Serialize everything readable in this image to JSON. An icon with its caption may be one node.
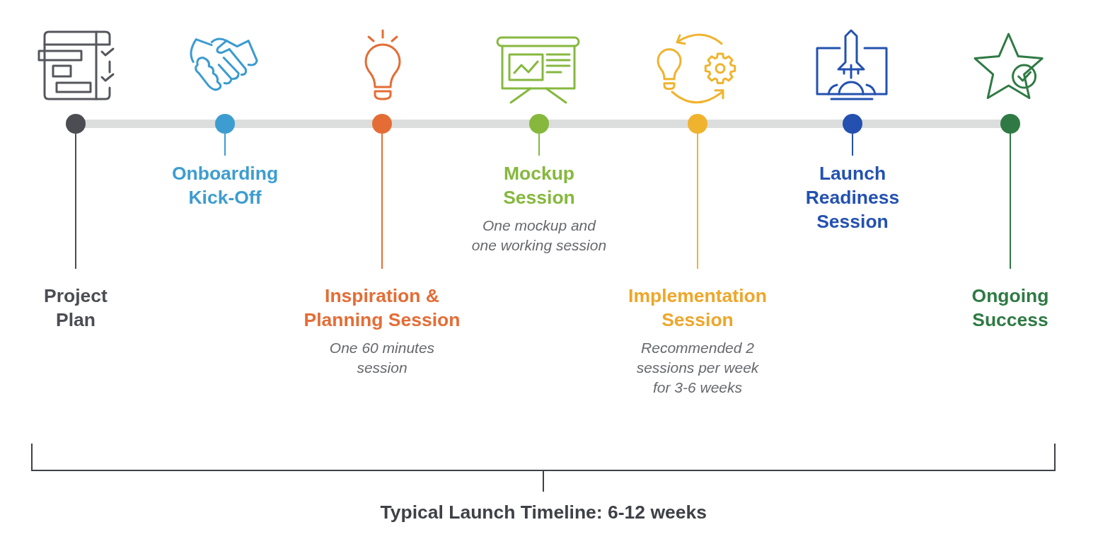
{
  "diagram": {
    "nodes": [
      {
        "text": [],
        "shape": "circle"
      },
      {
        "text": [],
        "shape": "circle"
      },
      {
        "text": [],
        "shape": "circle"
      },
      {
        "text": [],
        "shape": "circle"
      },
      {
        "text": [],
        "shape": "circle"
      },
      {
        "text": [],
        "shape": "circle"
      },
      {
        "text": [],
        "shape": "circle"
      },
      {
        "text": [
          "Project Plan"
        ]
      },
      {
        "text": [
          "Onboarding Kick-Off"
        ]
      },
      {
        "text": [
          "Inspiration & Planning Session"
        ],
        "beside": [
          "One 60 minutes session"
        ]
      },
      {
        "text": [
          "Mockup Session"
        ],
        "beside": [
          "One mockup and one working session"
        ]
      },
      {
        "text": [
          "Implementation Session"
        ],
        "beside": [
          "Recommended 2 sessions per week for 3-6 weeks"
        ]
      },
      {
        "text": [
          "Launch Readiness Session"
        ]
      },
      {
        "text": [
          "Ongoing Success"
        ]
      }
    ],
    "edges": [
      {
        "from": 0,
        "to": 1,
        "arrow": "none",
        "style": "thick",
        "color": "#dcdddd"
      },
      {
        "from": 1,
        "to": 2,
        "arrow": "none",
        "style": "thick",
        "color": "#dcdddd"
      },
      {
        "from": 2,
        "to": 3,
        "arrow": "none",
        "style": "thick",
        "color": "#dcdddd"
      },
      {
        "from": 3,
        "to": 4,
        "arrow": "none",
        "style": "thick",
        "color": "#dcdddd"
      },
      {
        "from": 4,
        "to": 5,
        "arrow": "none",
        "style": "thick",
        "color": "#dcdddd"
      },
      {
        "from": 5,
        "to": 6,
        "arrow": "none",
        "style": "thick",
        "color": "#dcdddd"
      },
      {
        "from": 7,
        "to": 0,
        "arrow": "none",
        "color": "#4b4d52"
      },
      {
        "from": 8,
        "to": 1,
        "arrow": "none",
        "color": "#3d9dd0"
      },
      {
        "from": 9,
        "to": 2,
        "arrow": "none",
        "color": "#e46d36"
      },
      {
        "from": 10,
        "to": 3,
        "arrow": "none",
        "color": "#86b83e"
      },
      {
        "from": 11,
        "to": 4,
        "arrow": "none",
        "color": "#f0b32e"
      },
      {
        "from": 12,
        "to": 5,
        "arrow": "none",
        "color": "#2451b0"
      },
      {
        "from": 13,
        "to": 6,
        "arrow": "none",
        "color": "#2f7a44"
      }
    ],
    "labels": [
      "Typical Launch Timeline: 6-12 weeks"
    ]
  }
}
